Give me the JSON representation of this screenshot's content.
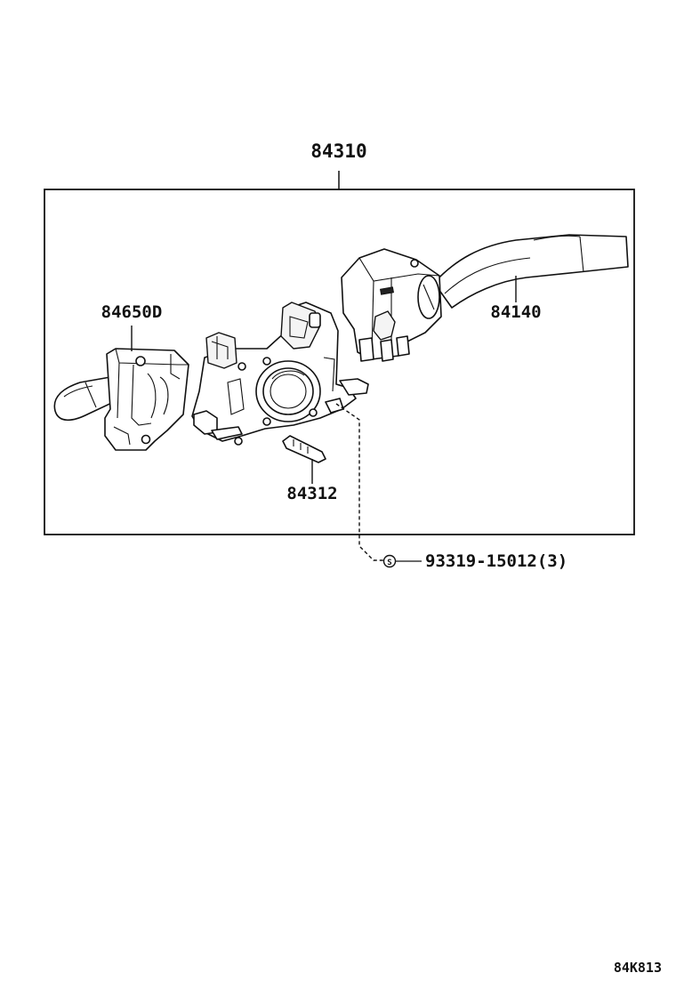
{
  "assembly": {
    "part_number": "84310"
  },
  "parts": [
    {
      "id": "lever-left",
      "part_number": "84650D"
    },
    {
      "id": "lever-right",
      "part_number": "84140"
    },
    {
      "id": "terminal-pin",
      "part_number": "84312"
    }
  ],
  "screw": {
    "symbol": "S",
    "part_number": "93319-15012(3)"
  },
  "diagram_code": "84K813"
}
